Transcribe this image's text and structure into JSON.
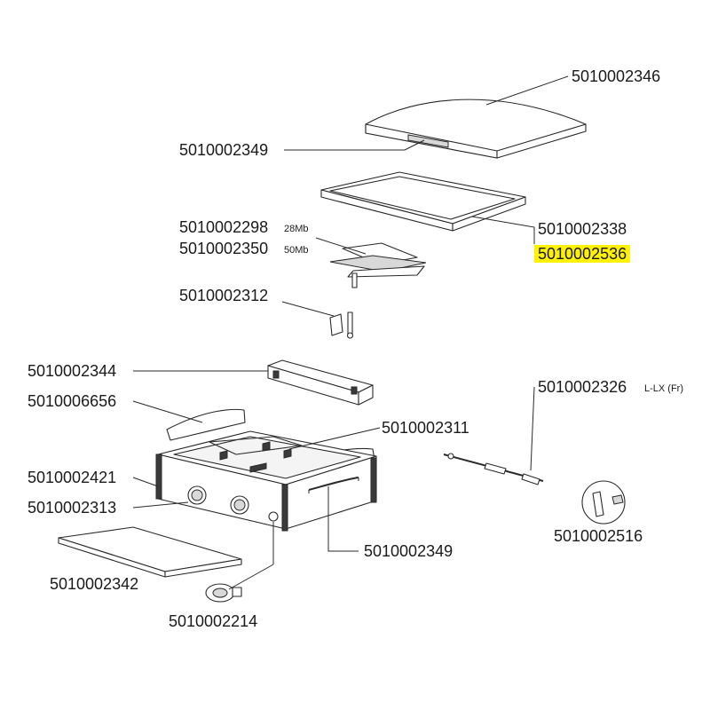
{
  "callouts": {
    "lid": "5010002346",
    "lid_handle": "5010002349",
    "plate_a": "5010002338",
    "plate_b": "5010002536",
    "injector_28": "5010002298",
    "injector_28_note": "28Mb",
    "injector_50": "5010002350",
    "injector_50_note": "50Mb",
    "electrode": "5010002312",
    "back_panel": "5010002344",
    "windshield": "5010006656",
    "burner": "5010002311",
    "frame": "5010002421",
    "knob": "5010002313",
    "side_handle": "5010002349",
    "grease_tray": "5010002342",
    "igniter": "5010002214",
    "thermocouple": "5010002326",
    "thermocouple_note": "L-LX (Fr)",
    "bracket": "5010002516"
  },
  "highlight_color": "#fff200"
}
